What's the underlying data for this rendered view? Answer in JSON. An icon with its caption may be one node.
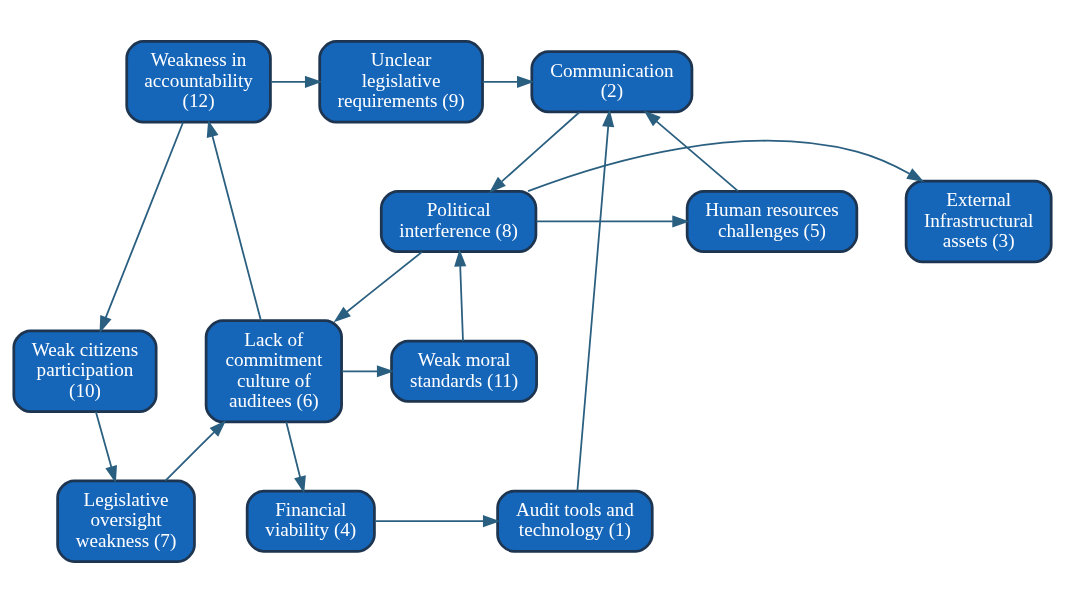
{
  "diagram": {
    "nodes": [
      {
        "text": [
          "Communication (2)"
        ]
      },
      {
        "text": [
          "Unclear legislative requirements (9)"
        ]
      },
      {
        "text": [
          "Weakness in accountability (12)"
        ]
      },
      {
        "text": [
          "Human resources challenges (5)"
        ]
      },
      {
        "text": [
          "Political interference (8)"
        ]
      },
      {
        "text": [
          "External Infrastructural assets (3)"
        ]
      },
      {
        "text": [
          "Weak citizens participation (10)"
        ]
      },
      {
        "text": [
          "Weak moral standards (11)"
        ]
      },
      {
        "text": [
          "Lack of commitment culture of auditees (6)"
        ]
      },
      {
        "text": [
          "Audit tools and technology (1)"
        ]
      },
      {
        "text": [
          "Financial viability (4)"
        ]
      },
      {
        "text": [
          "Legislative oversight weakness (7)"
        ]
      }
    ],
    "edges": [
      {
        "from": 1,
        "to": 0,
        "arrow": "to"
      },
      {
        "from": 2,
        "to": 1,
        "arrow": "to"
      },
      {
        "from": 0,
        "to": 4,
        "arrow": "to"
      },
      {
        "from": 3,
        "to": 0,
        "arrow": "to"
      },
      {
        "from": 4,
        "to": 3,
        "arrow": "to"
      },
      {
        "from": 4,
        "to": 5,
        "arrow": "to"
      },
      {
        "from": 7,
        "to": 4,
        "arrow": "to"
      },
      {
        "from": 4,
        "to": 8,
        "arrow": "to"
      },
      {
        "from": 8,
        "to": 7,
        "arrow": "to"
      },
      {
        "from": 8,
        "to": 2,
        "arrow": "to"
      },
      {
        "from": 2,
        "to": 6,
        "arrow": "to"
      },
      {
        "from": 6,
        "to": 11,
        "arrow": "to"
      },
      {
        "from": 11,
        "to": 8,
        "arrow": "to"
      },
      {
        "from": 8,
        "to": 10,
        "arrow": "to"
      },
      {
        "from": 10,
        "to": 9,
        "arrow": "to"
      },
      {
        "from": 9,
        "to": 0,
        "arrow": "to"
      }
    ]
  }
}
